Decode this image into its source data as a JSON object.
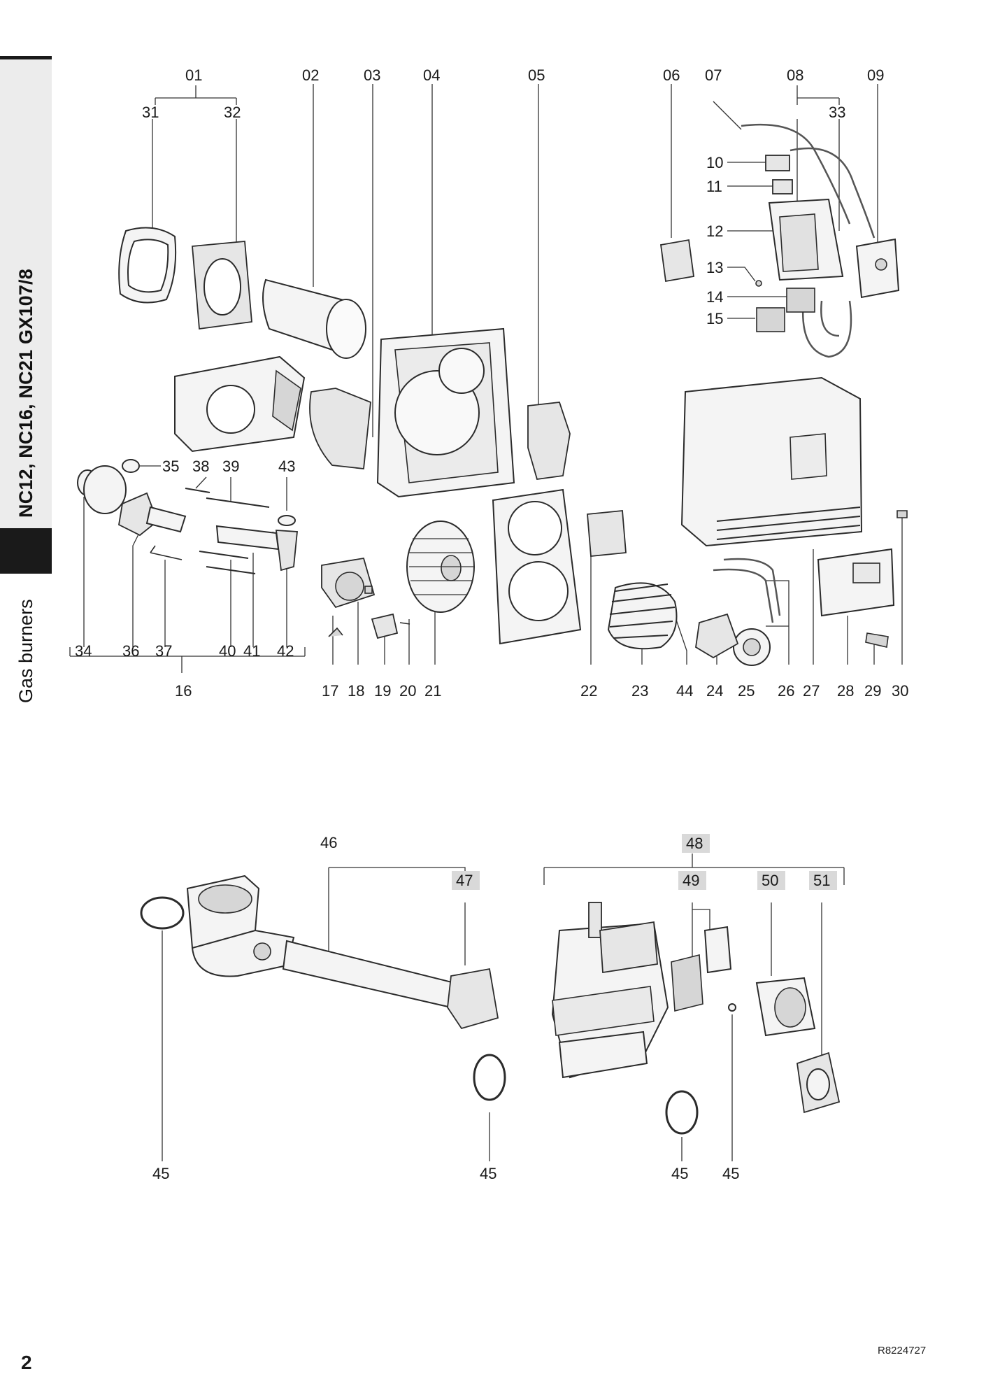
{
  "sidebar": {
    "title": "NC12, NC16, NC21 GX107/8",
    "subtitle": "Gas burners"
  },
  "upper_labels": [
    {
      "id": "l01",
      "text": "01"
    },
    {
      "id": "l02",
      "text": "02"
    },
    {
      "id": "l03",
      "text": "03"
    },
    {
      "id": "l04",
      "text": "04"
    },
    {
      "id": "l05",
      "text": "05"
    },
    {
      "id": "l06",
      "text": "06"
    },
    {
      "id": "l07",
      "text": "07"
    },
    {
      "id": "l08",
      "text": "08"
    },
    {
      "id": "l09",
      "text": "09"
    },
    {
      "id": "l31",
      "text": "31"
    },
    {
      "id": "l32",
      "text": "32"
    },
    {
      "id": "l33",
      "text": "33"
    },
    {
      "id": "l10",
      "text": "10"
    },
    {
      "id": "l11",
      "text": "11"
    },
    {
      "id": "l12",
      "text": "12"
    },
    {
      "id": "l13",
      "text": "13"
    },
    {
      "id": "l14",
      "text": "14"
    },
    {
      "id": "l15",
      "text": "15"
    },
    {
      "id": "l35",
      "text": "35"
    },
    {
      "id": "l38",
      "text": "38"
    },
    {
      "id": "l39",
      "text": "39"
    },
    {
      "id": "l43",
      "text": "43"
    },
    {
      "id": "l34",
      "text": "34"
    },
    {
      "id": "l36",
      "text": "36"
    },
    {
      "id": "l37",
      "text": "37"
    },
    {
      "id": "l40",
      "text": "40"
    },
    {
      "id": "l41",
      "text": "41"
    },
    {
      "id": "l42",
      "text": "42"
    },
    {
      "id": "l16",
      "text": "16"
    },
    {
      "id": "l17",
      "text": "17"
    },
    {
      "id": "l18",
      "text": "18"
    },
    {
      "id": "l19",
      "text": "19"
    },
    {
      "id": "l20",
      "text": "20"
    },
    {
      "id": "l21",
      "text": "21"
    },
    {
      "id": "l22",
      "text": "22"
    },
    {
      "id": "l23",
      "text": "23"
    },
    {
      "id": "l44",
      "text": "44"
    },
    {
      "id": "l24",
      "text": "24"
    },
    {
      "id": "l25",
      "text": "25"
    },
    {
      "id": "l26",
      "text": "26"
    },
    {
      "id": "l27",
      "text": "27"
    },
    {
      "id": "l28",
      "text": "28"
    },
    {
      "id": "l29",
      "text": "29"
    },
    {
      "id": "l30",
      "text": "30"
    }
  ],
  "lower_labels": [
    {
      "id": "l46",
      "text": "46"
    },
    {
      "id": "l47",
      "text": "47"
    },
    {
      "id": "l48",
      "text": "48"
    },
    {
      "id": "l49",
      "text": "49"
    },
    {
      "id": "l50",
      "text": "50"
    },
    {
      "id": "l51",
      "text": "51"
    },
    {
      "id": "l45a",
      "text": "45"
    },
    {
      "id": "l45b",
      "text": "45"
    },
    {
      "id": "l45c",
      "text": "45"
    },
    {
      "id": "l45d",
      "text": "45"
    }
  ],
  "highlighted_labels": [
    "47",
    "48",
    "49",
    "50",
    "51"
  ],
  "footer": {
    "page_number": "2",
    "document_ref": "R8224727"
  }
}
